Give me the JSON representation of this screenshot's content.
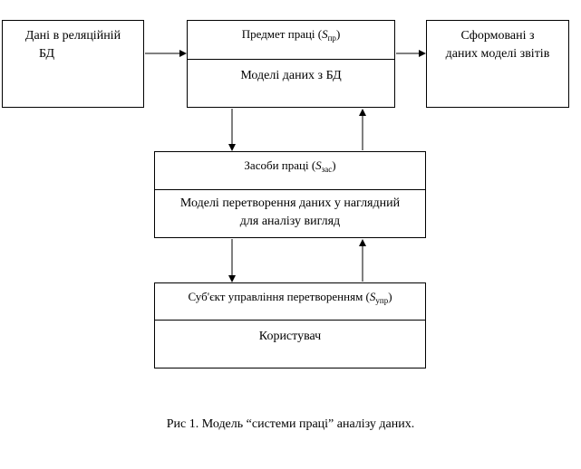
{
  "source_db": {
    "line1": "Дані в реляційній",
    "line2": "БД"
  },
  "subject_of_labor": {
    "title_prefix": "Предмет праці (",
    "title_symbol": "S",
    "title_subscript": "пр",
    "title_suffix": ")",
    "body": "Моделі даних з БД"
  },
  "reports": {
    "line1": "Сформовані з",
    "line2": "даних моделі звітів"
  },
  "means_of_labor": {
    "title_prefix": "Засоби праці (",
    "title_symbol": "S",
    "title_subscript": "зас",
    "title_suffix": ")",
    "body_line1": "Моделі перетворення даних у наглядний",
    "body_line2": "для аналізу вигляд"
  },
  "control_subject": {
    "title_prefix": "Суб'єкт управління перетворенням (",
    "title_symbol": "S",
    "title_subscript": "упр",
    "title_suffix": ")",
    "body": "Користувач"
  },
  "caption": "Рис 1. Модель “системи праці” аналізу даних."
}
